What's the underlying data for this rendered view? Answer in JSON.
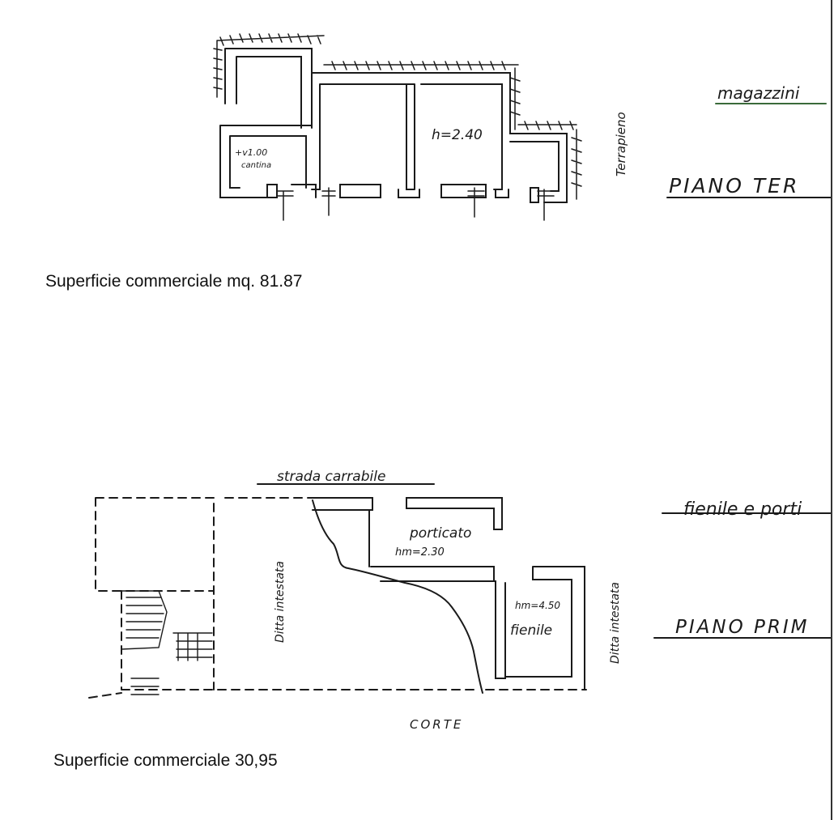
{
  "ground_floor": {
    "label_magazzini": "magazzini",
    "label_terrapieno": "Terrapieno",
    "label_piano": "PIANO TER",
    "room_height": "h=2.40",
    "cantina_note_1": "+v1.00",
    "cantina_note_2": "cantina",
    "caption": "Superficie commerciale mq. 81.87"
  },
  "first_floor": {
    "label_strada": "strada carrabile",
    "label_fienile_e_porticato": "fienile e porti",
    "label_piano": "PIANO PRIM",
    "label_porticato": "porticato",
    "porticato_height": "hm=2.30",
    "fienile_height": "hm=4.50",
    "label_fienile": "fienile",
    "label_ditta_left": "Ditta intestata",
    "label_ditta_right": "Ditta intestata",
    "label_corte": "CORTE",
    "caption": "Superficie commerciale 30,95"
  }
}
